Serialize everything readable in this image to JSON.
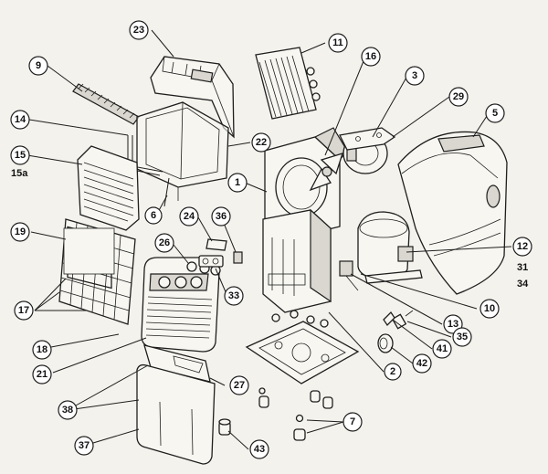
{
  "callouts": {
    "c1": "1",
    "c2": "2",
    "c3": "3",
    "c5": "5",
    "c6": "6",
    "c7": "7",
    "c9": "9",
    "c10": "10",
    "c11": "11",
    "c12": "12",
    "c13": "13",
    "c14": "14",
    "c15": "15",
    "c15a": "15a",
    "c16": "16",
    "c17": "17",
    "c18": "18",
    "c19": "19",
    "c21": "21",
    "c22": "22",
    "c23": "23",
    "c24": "24",
    "c26": "26",
    "c27": "27",
    "c29": "29",
    "c31": "31",
    "c33": "33",
    "c34": "34",
    "c35": "35",
    "c36": "36",
    "c37": "37",
    "c38": "38",
    "c41": "41",
    "c42": "42",
    "c43": "43"
  },
  "colors": {
    "line": "#1e1e1e",
    "paper": "#f4f2ec"
  }
}
